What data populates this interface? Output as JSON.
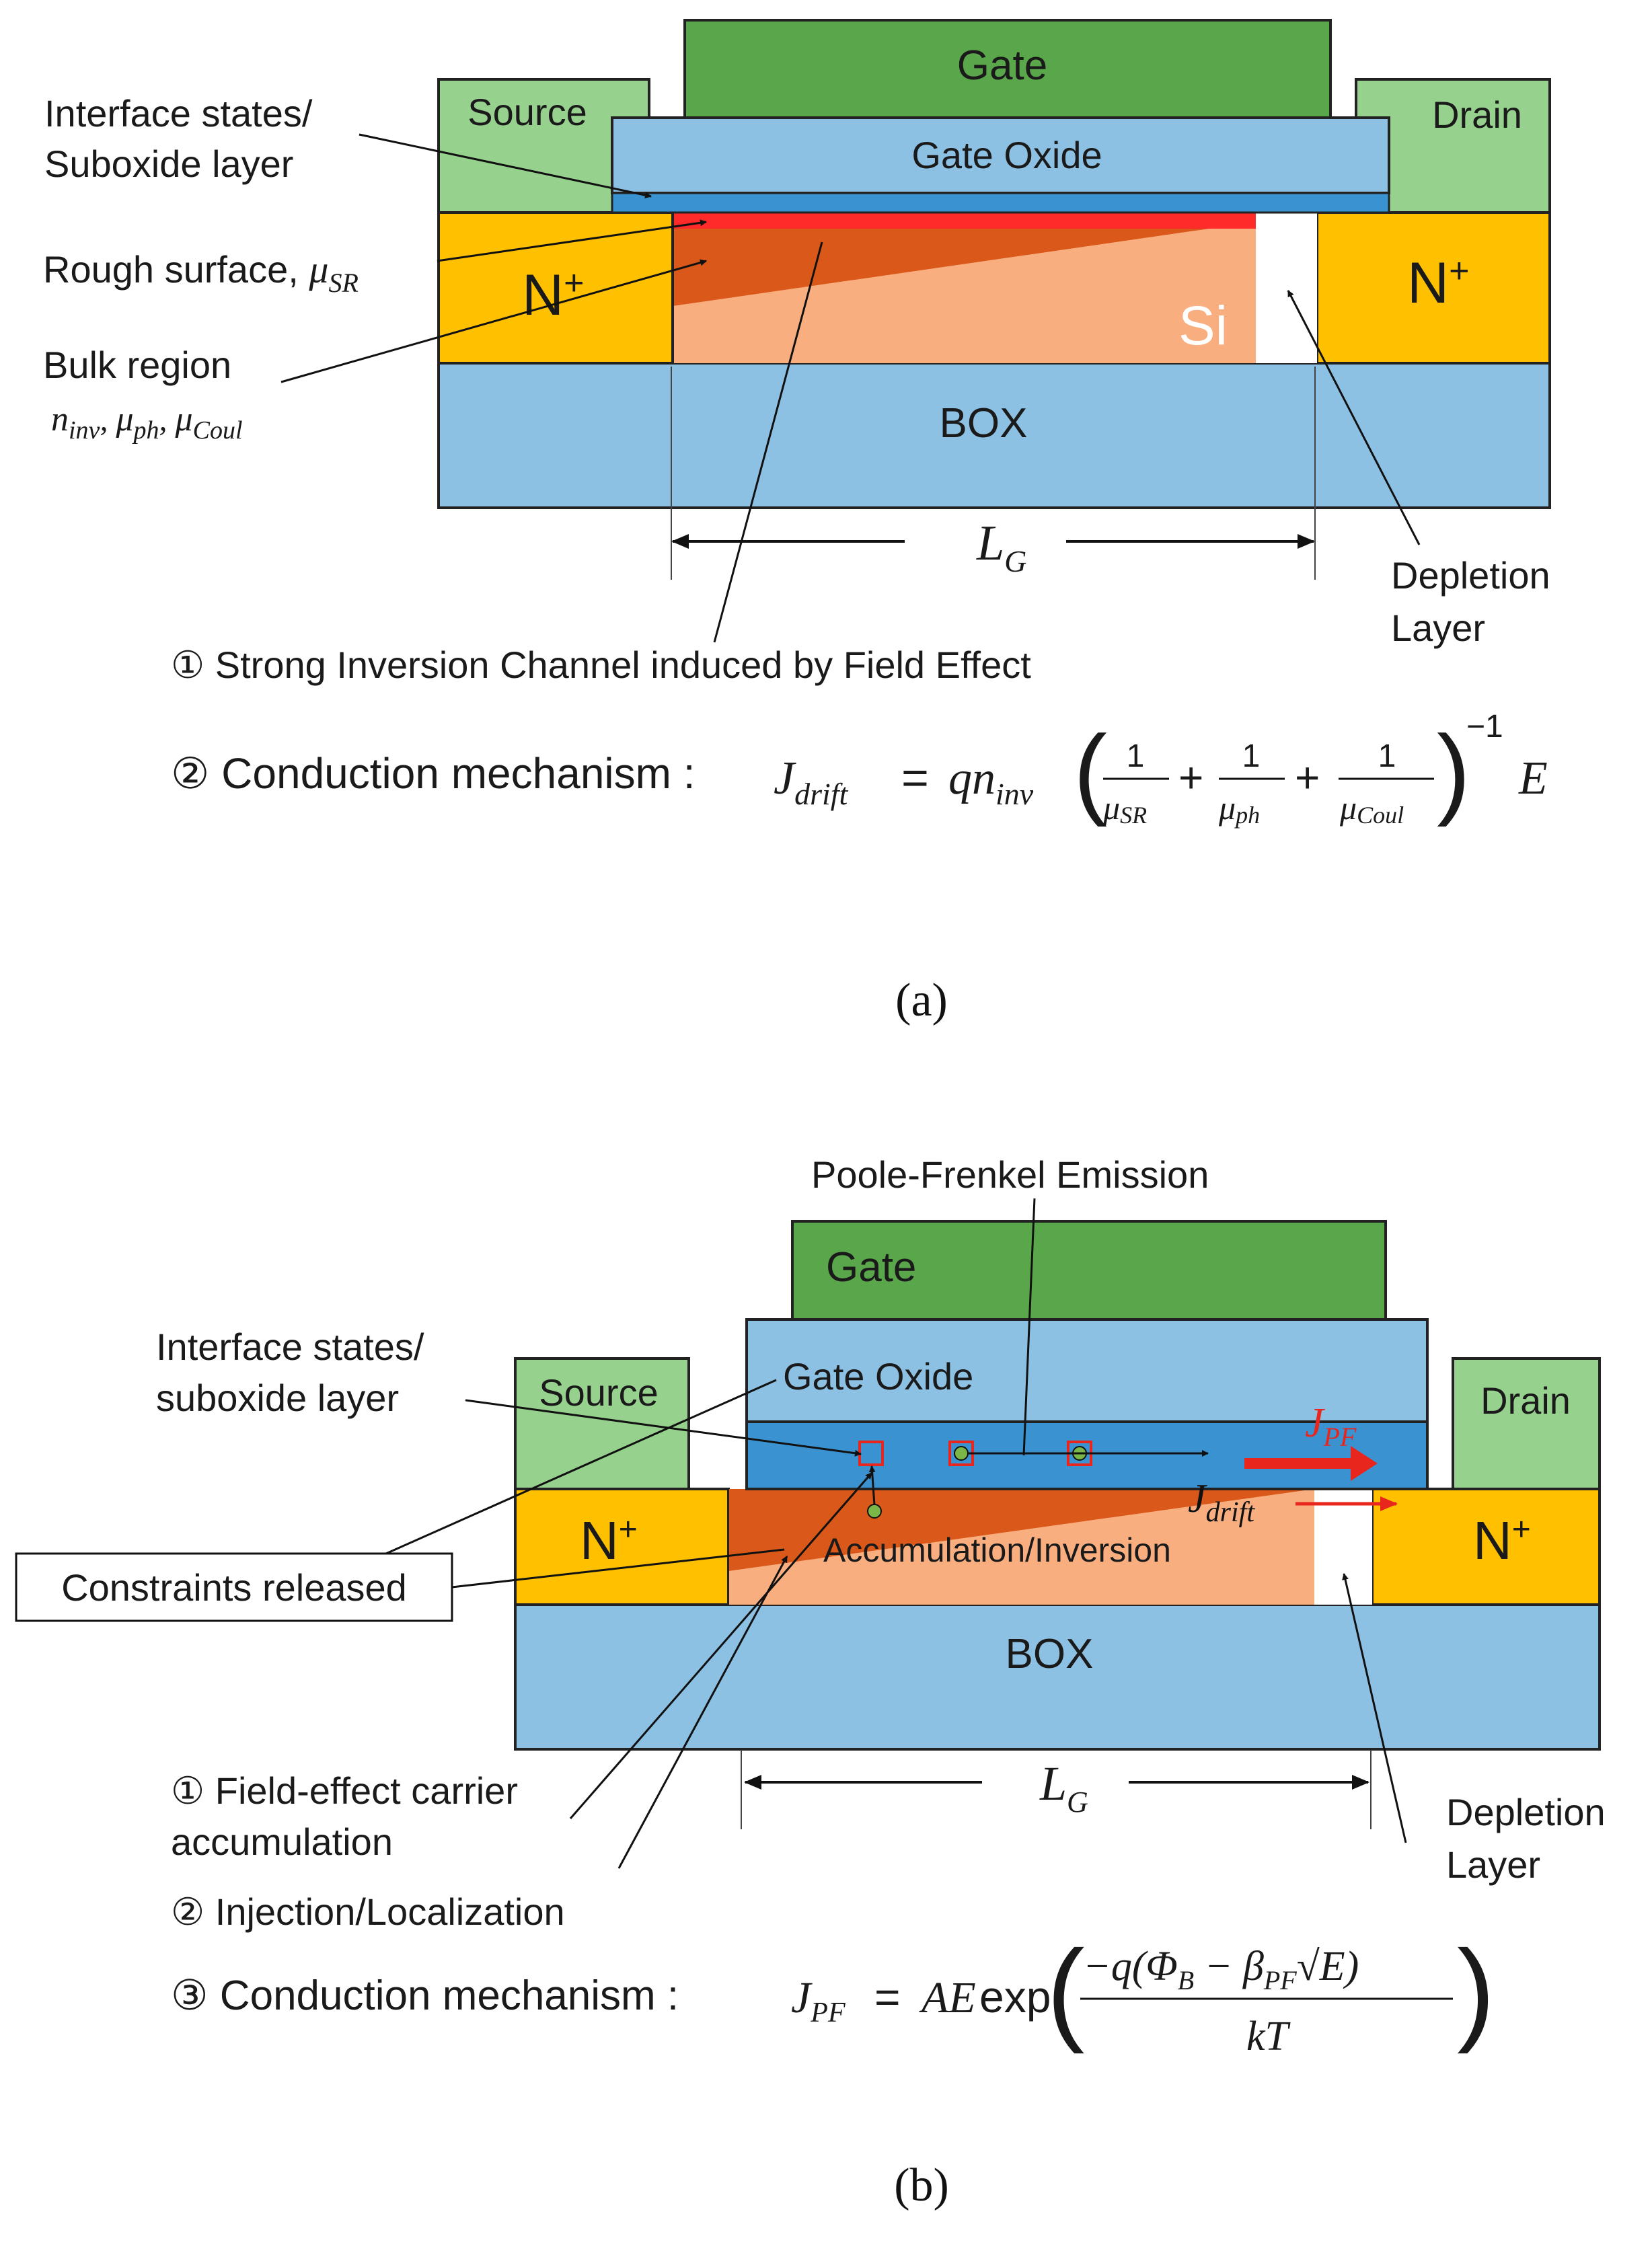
{
  "figure_a": {
    "gate": "Gate",
    "gate_oxide": "Gate Oxide",
    "source": "Source",
    "drain": "Drain",
    "n_plus_left": "N",
    "n_plus_right": "N",
    "plus_sup": "+",
    "si": "Si",
    "box": "BOX",
    "lg_main": "L",
    "lg_sub": "G",
    "interface_line1": "Interface states/",
    "interface_line2": "Suboxide layer",
    "rough_surface": "Rough surface, ",
    "mu": "μ",
    "sr": "SR",
    "bulk_region": "Bulk region",
    "bulk_n": "n",
    "bulk_inv": "inv",
    "bulk_sep1": ", ",
    "bulk_ph": "ph",
    "bulk_sep2": ", ",
    "bulk_coul": "Coul",
    "depletion_line1": "Depletion",
    "depletion_line2": "Layer",
    "step1": "① Strong Inversion Channel induced by Field Effect",
    "step2": "② Conduction mechanism : ",
    "eq": {
      "j": "J",
      "drift": "drift",
      "eq": " = ",
      "q": "qn",
      "inv": "inv",
      "one": "1",
      "mu": "μ",
      "sr": "SR",
      "ph": "ph",
      "coul": "Coul",
      "plus": "+",
      "minus_one": "−1",
      "e": "E"
    },
    "caption": "(a)"
  },
  "figure_b": {
    "pf_emission": "Poole-Frenkel Emission",
    "gate": "Gate",
    "gate_oxide": "Gate Oxide",
    "source": "Source",
    "drain": "Drain",
    "n_plus_left": "N",
    "n_plus_right": "N",
    "plus_sup": "+",
    "box": "BOX",
    "accumulation": "Accumulation/Inversion",
    "jpf_j": "J",
    "jpf_sub": "PF",
    "jdrift_j": "J",
    "jdrift_sub": "drift",
    "lg_main": "L",
    "lg_sub": "G",
    "interface_line1": "Interface states/",
    "interface_line2": "suboxide layer",
    "constraints": "Constraints released",
    "depletion_line1": "Depletion",
    "depletion_line2": "Layer",
    "step1_line1": "① Field-effect carrier",
    "step1_line2": "accumulation",
    "step2": "② Injection/Localization",
    "step3": "③ Conduction mechanism :",
    "eq": {
      "j": "J",
      "pf": "PF",
      "eq": " = ",
      "ae": "AE",
      "exp": "exp",
      "num_a": "−q(Φ",
      "b": "B",
      "num_b": " − β",
      "num_c": "√E)",
      "den": "kT"
    },
    "caption": "(b)"
  },
  "colors": {
    "gate": "#5aa64b",
    "oxide": "#8dc1e4",
    "interface": "#3a93d0",
    "contact": "#97d18e",
    "n_plus": "#ffc000",
    "si": "#f9ae80",
    "channel": "#d9581a",
    "rough": "#ff2a2a",
    "box": "#8dc1e4",
    "depletion": "#ffffff",
    "red_arrow": "#e8261e",
    "trap": "#7ab648"
  }
}
